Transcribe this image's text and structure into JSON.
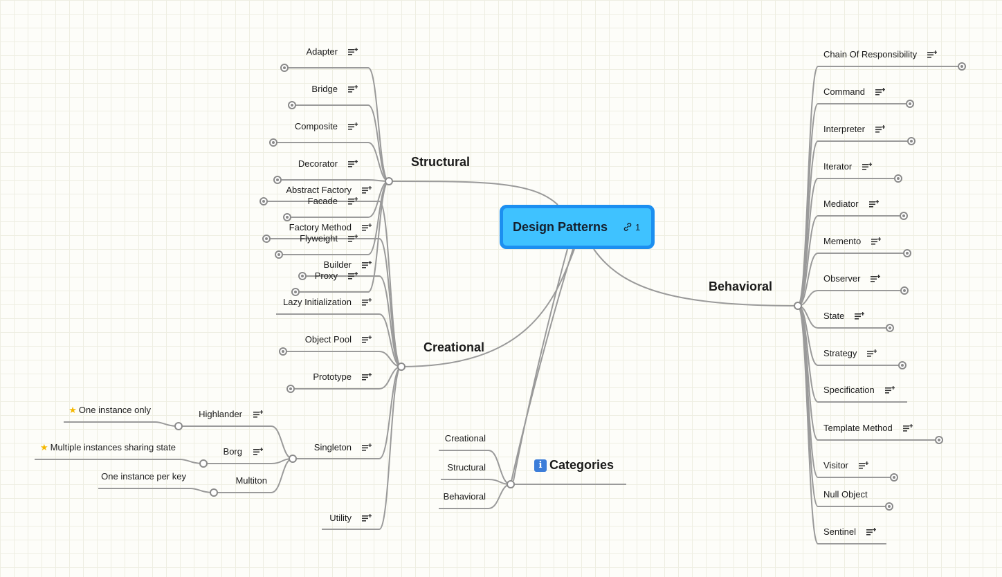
{
  "root": {
    "title": "Design Patterns",
    "link_count": "1",
    "link_icon": "link-icon"
  },
  "branches": {
    "structural": {
      "title": "Structural",
      "children": [
        "Adapter",
        "Bridge",
        "Composite",
        "Decorator",
        "Facade",
        "Flyweight",
        "Proxy"
      ]
    },
    "creational": {
      "title": "Creational",
      "children": [
        "Abstract Factory",
        "Factory Method",
        "Builder",
        "Lazy Initialization",
        "Object Pool",
        "Prototype",
        "Singleton",
        "Utility"
      ],
      "singleton_children": [
        {
          "name": "Highlander",
          "detail": "One instance only",
          "starred": true
        },
        {
          "name": "Borg",
          "detail": "Multiple instances sharing state",
          "starred": true
        },
        {
          "name": "Multiton",
          "detail": "One instance per key",
          "starred": false
        }
      ]
    },
    "behavioral": {
      "title": "Behavioral",
      "children": [
        "Chain Of Responsibility",
        "Command",
        "Interpreter",
        "Iterator",
        "Mediator",
        "Memento",
        "Observer",
        "State",
        "Strategy",
        "Specification",
        "Template Method",
        "Visitor",
        "Null Object",
        "Sentinel"
      ]
    },
    "categories": {
      "title": "Categories",
      "icon": "info-icon",
      "children": [
        "Creational",
        "Structural",
        "Behavioral"
      ]
    }
  },
  "colors": {
    "root_fill": "#3fc2ff",
    "root_border": "#1c8ff0",
    "line": "#9a9a9a",
    "grid": "#eeeee2",
    "star": "#f5b800"
  }
}
